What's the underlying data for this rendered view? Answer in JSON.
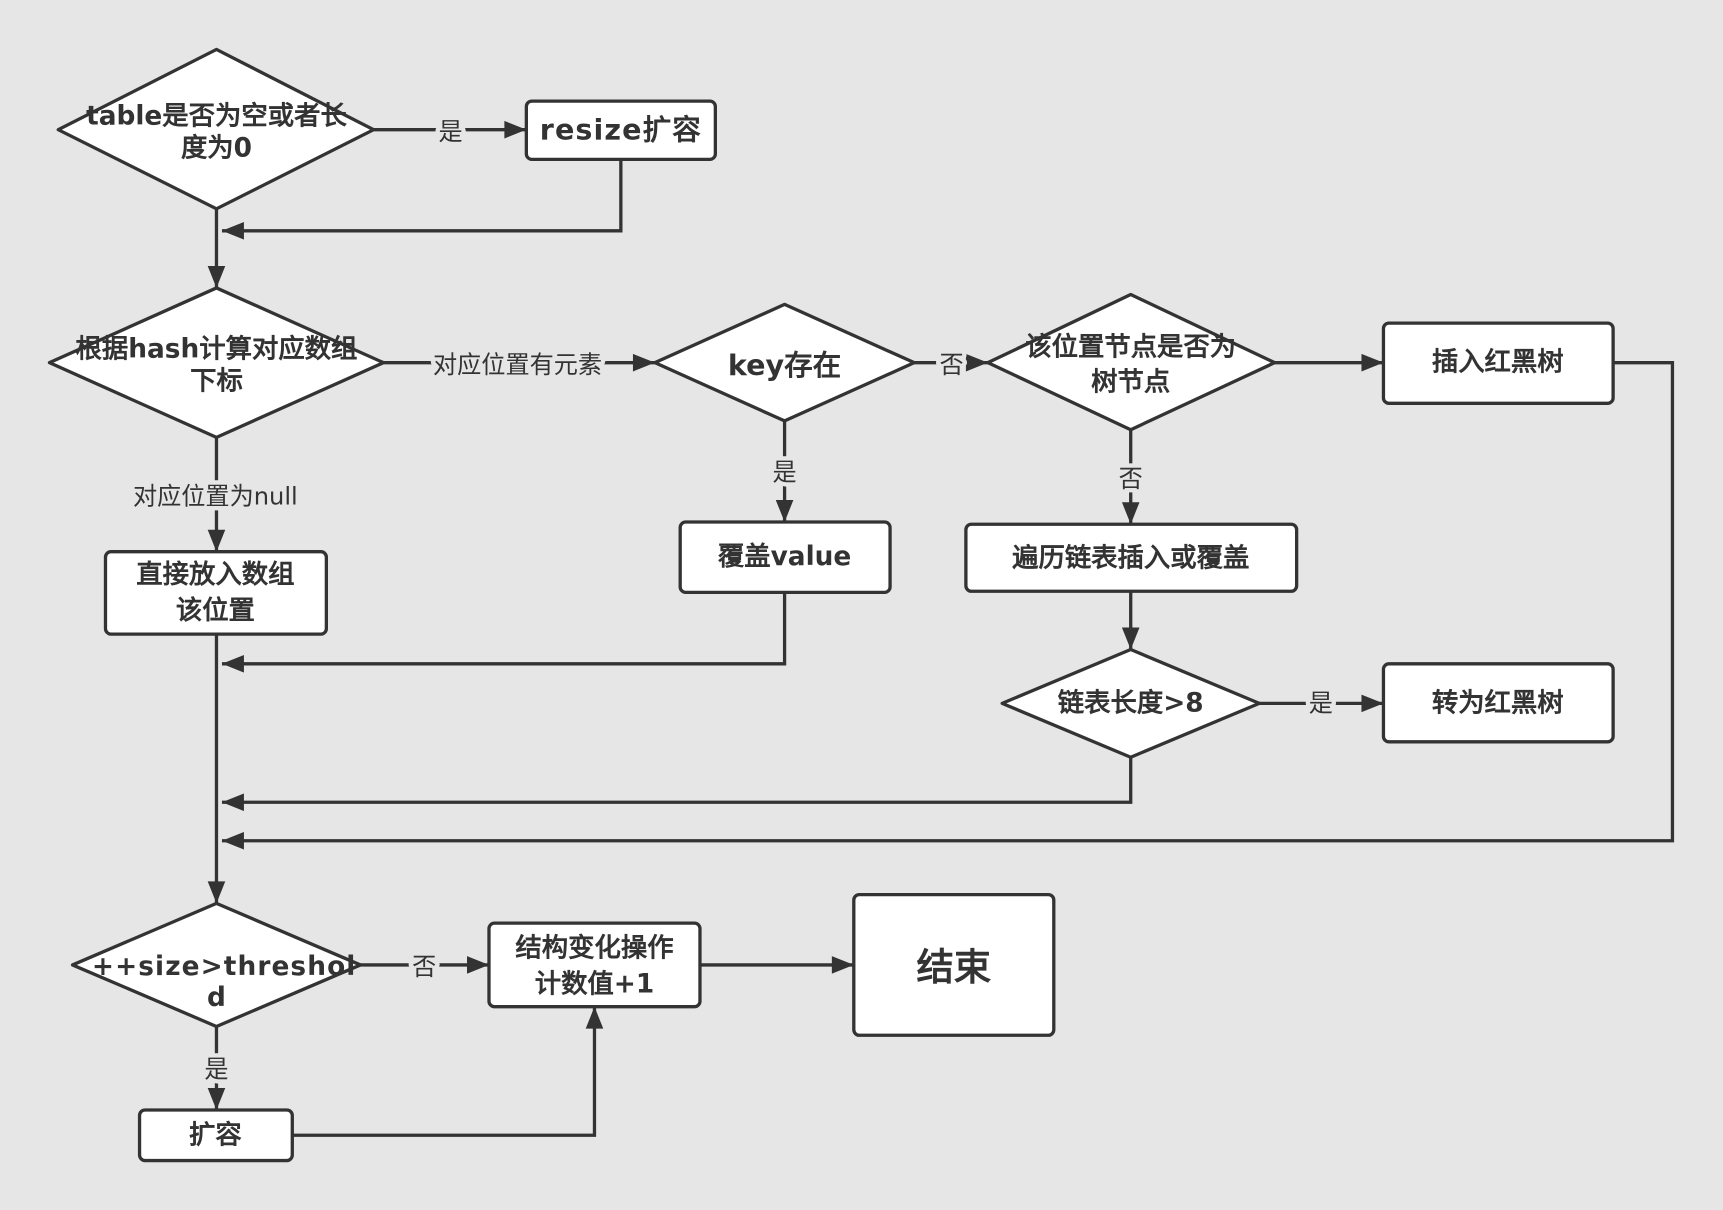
{
  "colors": {
    "background": "#e6e6e6",
    "fill": "#ffffff",
    "stroke": "#333333",
    "text": "#333333"
  },
  "diagram": {
    "nodes": {
      "check_table_empty": {
        "lines": [
          "table是否为空或者长",
          "度为0"
        ]
      },
      "resize": {
        "lines": [
          "resize扩容"
        ]
      },
      "hash_index": {
        "lines": [
          "根据hash计算对应数组",
          "下标"
        ]
      },
      "key_exists": {
        "lines": [
          "key存在"
        ]
      },
      "is_tree_node": {
        "lines": [
          "该位置节点是否为",
          "树节点"
        ]
      },
      "insert_rbtree": {
        "lines": [
          "插入红黑树"
        ]
      },
      "put_direct": {
        "lines": [
          "直接放入数组",
          "该位置"
        ]
      },
      "overwrite_value": {
        "lines": [
          "覆盖value"
        ]
      },
      "traverse_list": {
        "lines": [
          "遍历链表插入或覆盖"
        ]
      },
      "list_length": {
        "lines": [
          "链表长度>8"
        ]
      },
      "to_rbtree": {
        "lines": [
          "转为红黑树"
        ]
      },
      "size_check": {
        "lines": [
          "++size>threshol",
          "d"
        ]
      },
      "mod_count": {
        "lines": [
          "结构变化操作",
          "计数值+1"
        ]
      },
      "end": {
        "lines": [
          "结束"
        ]
      },
      "expand": {
        "lines": [
          "扩容"
        ]
      }
    },
    "edges": {
      "table_empty_yes": "是",
      "has_element": "对应位置有元素",
      "key_no": "否",
      "key_yes": "是",
      "tree_no": "否",
      "is_null": "对应位置为null",
      "length_yes": "是",
      "size_no": "否",
      "size_yes": "是"
    }
  }
}
